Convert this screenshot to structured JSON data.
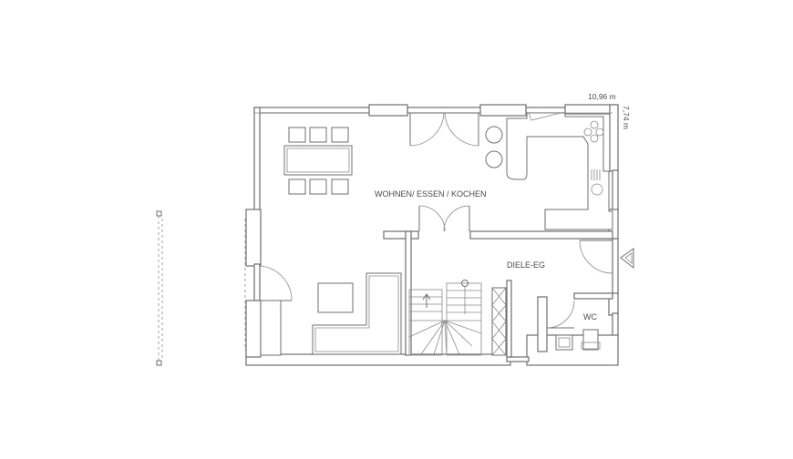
{
  "rooms": {
    "living": "WOHNEN/ ESSEN / KOCHEN",
    "hall": "DIELE-EG",
    "wc": "WC"
  },
  "dimensions": {
    "width": "10,96 m",
    "depth": "7,74 m"
  },
  "icons": {
    "entrance": "entrance-arrow-icon"
  }
}
